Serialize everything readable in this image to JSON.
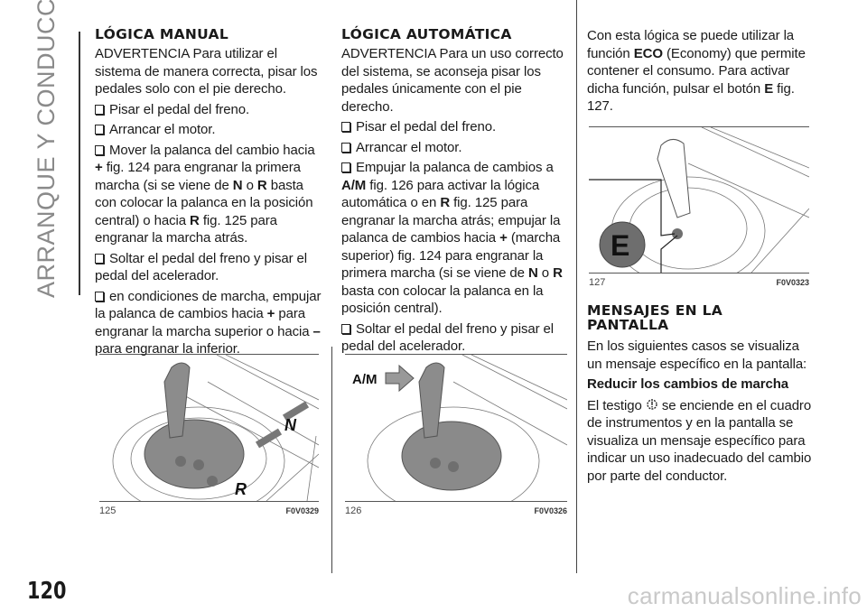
{
  "section_title": "ARRANQUE Y CONDUCCIÓN",
  "page_number": "120",
  "watermark": "carmanualsonline.info",
  "col1": {
    "heading": "LÓGICA MANUAL",
    "intro": "ADVERTENCIA Para utilizar el sistema de manera correcta, pisar los pedales solo con el pie derecho.",
    "b1": "Pisar el pedal del freno.",
    "b2": "Arrancar el motor.",
    "b3": [
      "Mover la palanca del cambio hacia ",
      "+",
      " fig. 124 para engranar la primera marcha (si se viene de ",
      "N",
      " o ",
      "R",
      " basta con colocar la palanca en la posición central) o hacia ",
      "R",
      " fig. 125 para engranar la marcha atrás."
    ],
    "b4": "Soltar el pedal del freno y pisar el pedal del acelerador.",
    "b5": [
      "en condiciones de marcha, empujar la palanca de cambios hacia ",
      "+",
      " para engranar la marcha superior o hacia ",
      "–",
      " para engranar la inferior."
    ]
  },
  "col2": {
    "heading": "LÓGICA AUTOMÁTICA",
    "intro": "ADVERTENCIA Para un uso correcto del sistema, se aconseja pisar los pedales únicamente con el pie derecho.",
    "b1": "Pisar el pedal del freno.",
    "b2": "Arrancar el motor.",
    "b3": [
      "Empujar la palanca de cambios a ",
      "A/M",
      " fig. 126 para activar la lógica automática o en ",
      "R",
      " fig. 125 para engranar la marcha atrás; empujar la palanca de cambios hacia ",
      "+",
      " (marcha superior) fig. 124 para engranar la primera marcha (si se viene de ",
      "N",
      " o ",
      "R",
      " basta con colocar la palanca en la posición central)."
    ],
    "b4": "Soltar el pedal del freno y pisar el pedal del acelerador."
  },
  "col3": {
    "intro": [
      "Con esta lógica se puede utilizar la función ",
      "ECO",
      " (Economy) que permite contener el consumo. Para activar dicha función, pulsar el botón ",
      "E",
      " fig. 127."
    ],
    "heading": "MENSAJES EN LA PANTALLA",
    "p1": "En los siguientes casos se visualiza un mensaje específico en la pantalla:",
    "subheading": "Reducir los cambios de marcha",
    "p2a": "El testigo ",
    "p2b": " se enciende en el cuadro de instrumentos y en la pantalla se visualiza un mensaje específico para indicar un uso inadecuado del cambio por parte del conductor."
  },
  "figures": [
    {
      "number": "125",
      "code": "F0V0329",
      "labels": [
        "N",
        "R"
      ]
    },
    {
      "number": "126",
      "code": "F0V0326",
      "labels": [
        "A/M"
      ]
    },
    {
      "number": "127",
      "code": "F0V0323",
      "labels": [
        "E"
      ]
    }
  ]
}
